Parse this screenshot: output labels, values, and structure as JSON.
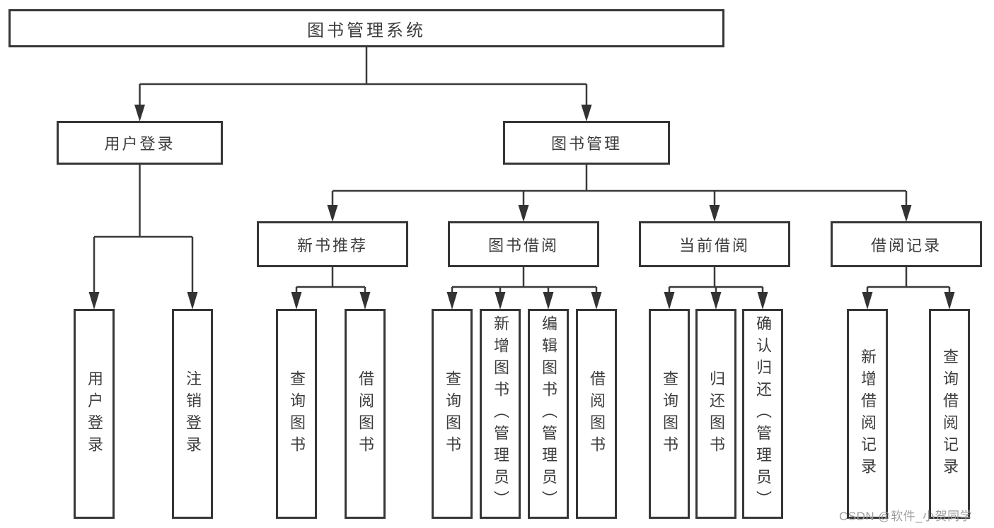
{
  "diagram": {
    "title": "图书管理系统",
    "tree": {
      "root": {
        "label": "图书管理系统"
      },
      "level2": [
        {
          "label": "用户登录"
        },
        {
          "label": "图书管理"
        }
      ],
      "level3": [
        {
          "label": "新书推荐"
        },
        {
          "label": "图书借阅"
        },
        {
          "label": "当前借阅"
        },
        {
          "label": "借阅记录"
        }
      ],
      "leaves": {
        "login": [
          "用户登录",
          "注销登录"
        ],
        "recommend": [
          "查询图书",
          "借阅图书"
        ],
        "borrow": [
          "查询图书",
          "新增图书（管理员）",
          "编辑图书（管理员）",
          "借阅图书"
        ],
        "current": [
          "查询图书",
          "归还图书",
          "确认归还（管理员）"
        ],
        "records": [
          "新增借阅记录",
          "查询借阅记录"
        ]
      }
    },
    "watermark": "CSDN @软件_小贺同学",
    "colors": {
      "line": "#3a3a3a",
      "border": "#363636",
      "text": "#3d3d3d",
      "watermark": "#9e9e9e",
      "background": "#ffffff"
    }
  }
}
